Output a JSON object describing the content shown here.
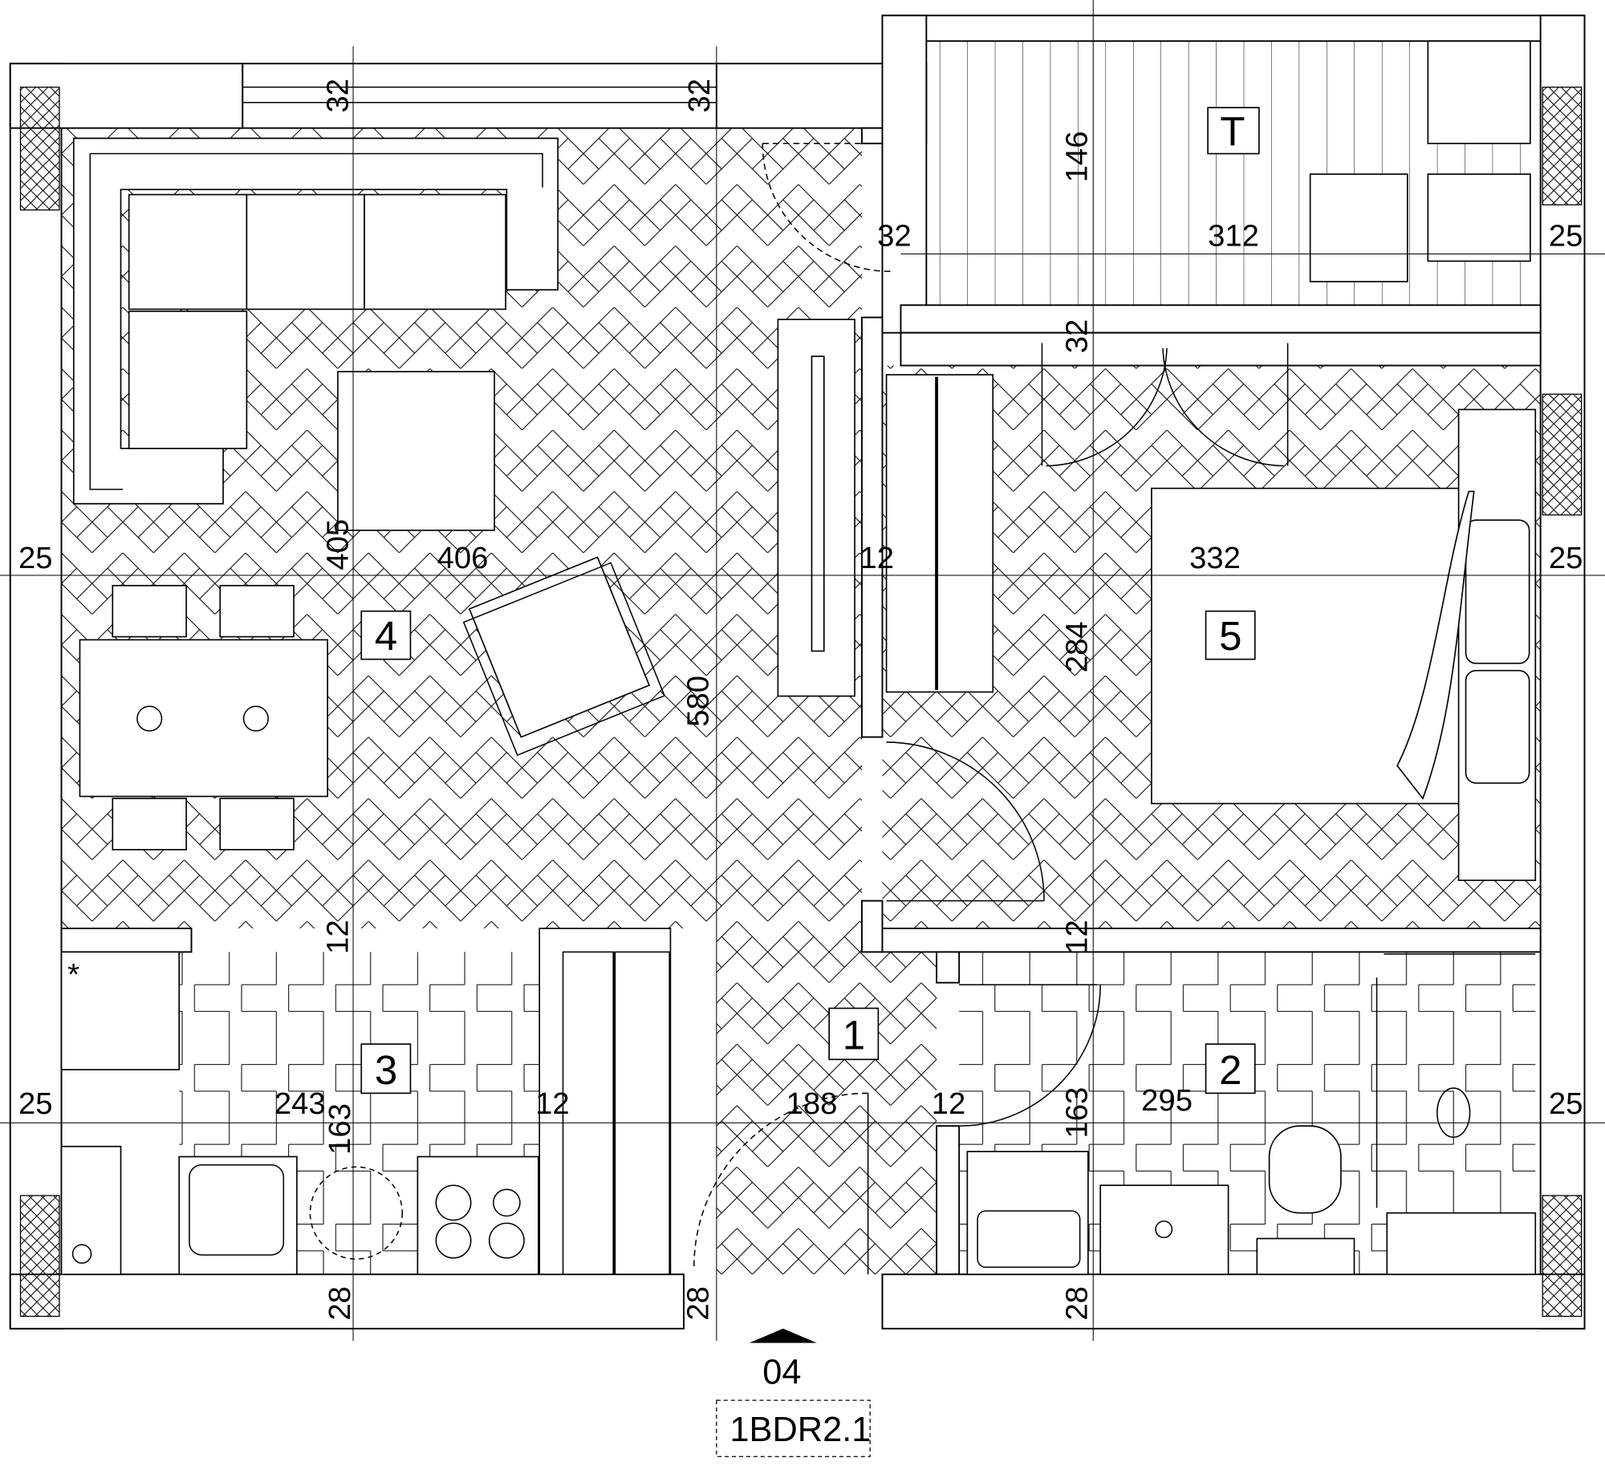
{
  "plan_id": "1BDR2.1",
  "section_marker": "04",
  "rooms": {
    "r1": "1",
    "r2": "2",
    "r3": "3",
    "r4": "4",
    "r5": "5",
    "terrace": "T"
  },
  "dims": {
    "d0": "32",
    "d1": "32",
    "d2": "146",
    "d3": "32",
    "d4": "312",
    "d5": "25",
    "d6": "32",
    "d7": "25",
    "d8": "405",
    "d9": "406",
    "d10": "12",
    "d11": "332",
    "d12": "25",
    "d13": "580",
    "d14": "284",
    "d15": "12",
    "d16": "12",
    "d17": "25",
    "d18": "243",
    "d19": "163",
    "d20": "12",
    "d21": "188",
    "d22": "12",
    "d23": "163",
    "d24": "295",
    "d25": "25",
    "d26": "28",
    "d27": "28",
    "d28": "28"
  },
  "colors": {
    "line": "#000000",
    "background": "#ffffff"
  }
}
